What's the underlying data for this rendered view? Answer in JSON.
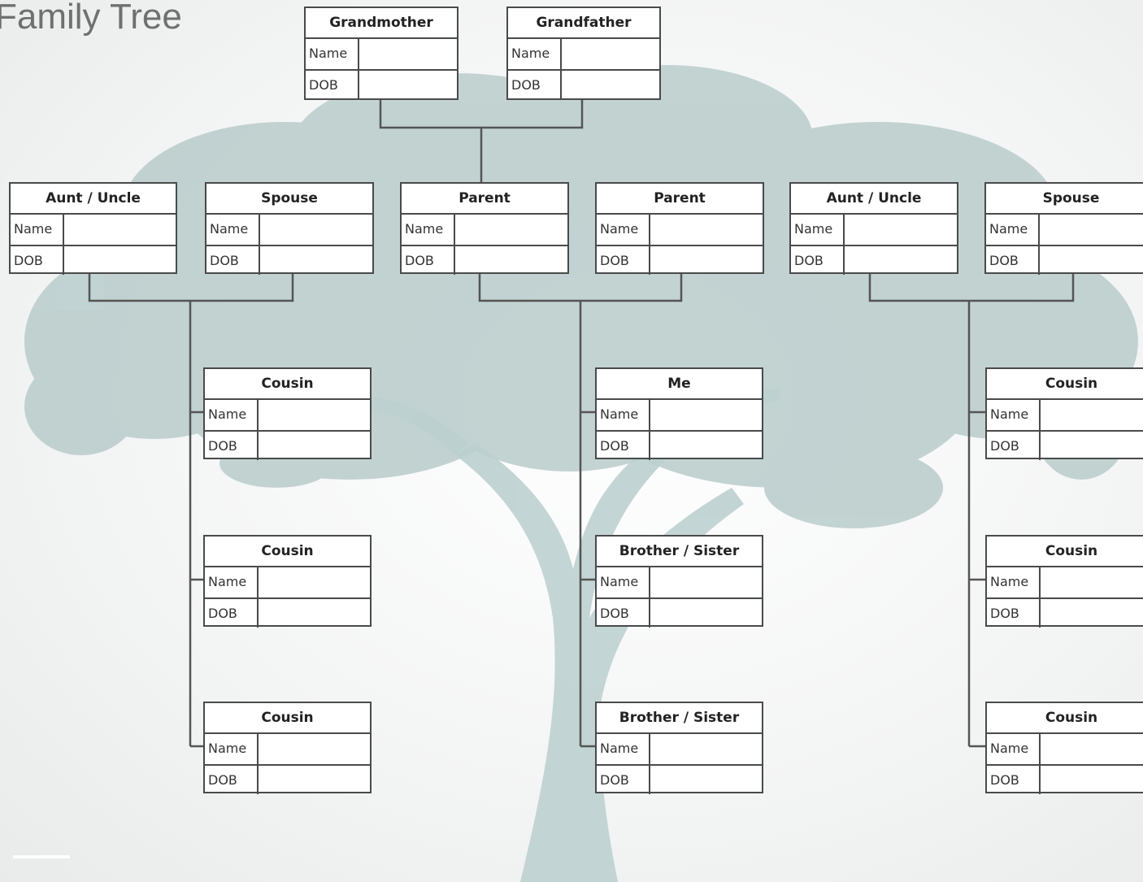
{
  "title": "Family Tree",
  "row_labels": {
    "name": "Name",
    "dob": "DOB"
  },
  "cards": {
    "grandmother": "Grandmother",
    "grandfather": "Grandfather",
    "aunt_uncle_left": "Aunt / Uncle",
    "spouse_left": "Spouse",
    "parent_1": "Parent",
    "parent_2": "Parent",
    "aunt_uncle_right": "Aunt / Uncle",
    "spouse_right": "Spouse",
    "cousin_left_1": "Cousin",
    "cousin_left_2": "Cousin",
    "cousin_left_3": "Cousin",
    "me": "Me",
    "sibling_1": "Brother / Sister",
    "sibling_2": "Brother / Sister",
    "cousin_right_1": "Cousin",
    "cousin_right_2": "Cousin",
    "cousin_right_3": "Cousin"
  },
  "colors": {
    "tree": "#b9cccb",
    "card_border": "#4a4a4a",
    "connector": "#555555",
    "title": "#707070"
  }
}
